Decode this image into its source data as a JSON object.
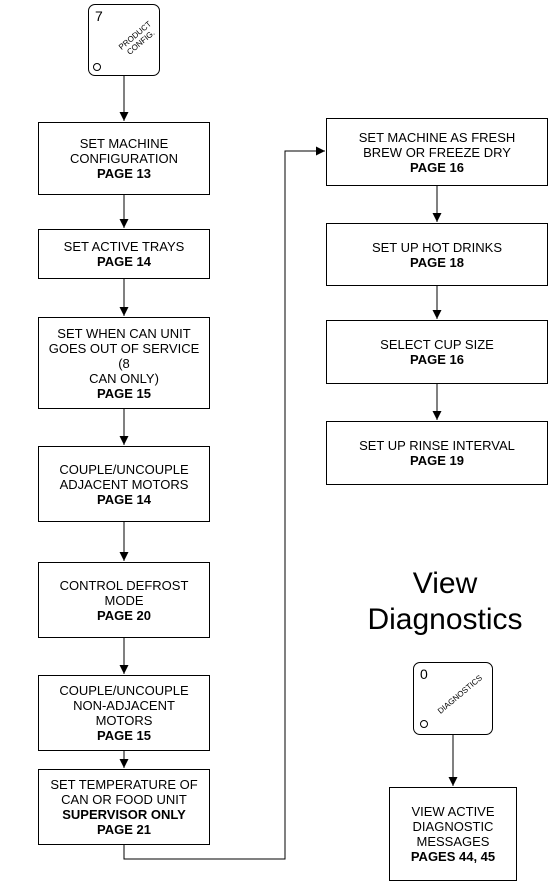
{
  "keys": {
    "product_config": {
      "number": "7",
      "label_line1": "PRODUCT",
      "label_line2": "CONFIG."
    },
    "diagnostics": {
      "number": "0",
      "label": "DIAGNOSTICS"
    }
  },
  "heading": {
    "line1": "View",
    "line2": "Diagnostics"
  },
  "left_steps": [
    {
      "lines": [
        "SET MACHINE",
        "CONFIGURATION"
      ],
      "page": "PAGE 13"
    },
    {
      "lines": [
        "SET ACTIVE TRAYS"
      ],
      "page": "PAGE 14"
    },
    {
      "lines": [
        "SET WHEN CAN UNIT",
        "GOES OUT OF SERVICE (8",
        "CAN ONLY)"
      ],
      "page": "PAGE 15"
    },
    {
      "lines": [
        "COUPLE/UNCOUPLE",
        "ADJACENT MOTORS"
      ],
      "page": "PAGE 14"
    },
    {
      "lines": [
        "CONTROL DEFROST",
        "MODE"
      ],
      "page": "PAGE 20"
    },
    {
      "lines": [
        "COUPLE/UNCOUPLE",
        "NON-ADJACENT MOTORS"
      ],
      "page": "PAGE 15"
    },
    {
      "lines": [
        "SET TEMPERATURE OF",
        "CAN OR FOOD UNIT"
      ],
      "note": "SUPERVISOR ONLY",
      "page": "PAGE 21"
    }
  ],
  "right_steps": [
    {
      "lines": [
        "SET MACHINE AS FRESH",
        "BREW OR FREEZE DRY"
      ],
      "page": "PAGE 16"
    },
    {
      "lines": [
        "SET UP HOT DRINKS"
      ],
      "page": "PAGE 18"
    },
    {
      "lines": [
        "SELECT CUP SIZE"
      ],
      "page": "PAGE 16"
    },
    {
      "lines": [
        "SET UP RINSE INTERVAL"
      ],
      "page": "PAGE 19"
    }
  ],
  "diag_step": {
    "lines": [
      "VIEW ACTIVE",
      "DIAGNOSTIC",
      "MESSAGES"
    ],
    "page": "PAGES 44, 45"
  }
}
